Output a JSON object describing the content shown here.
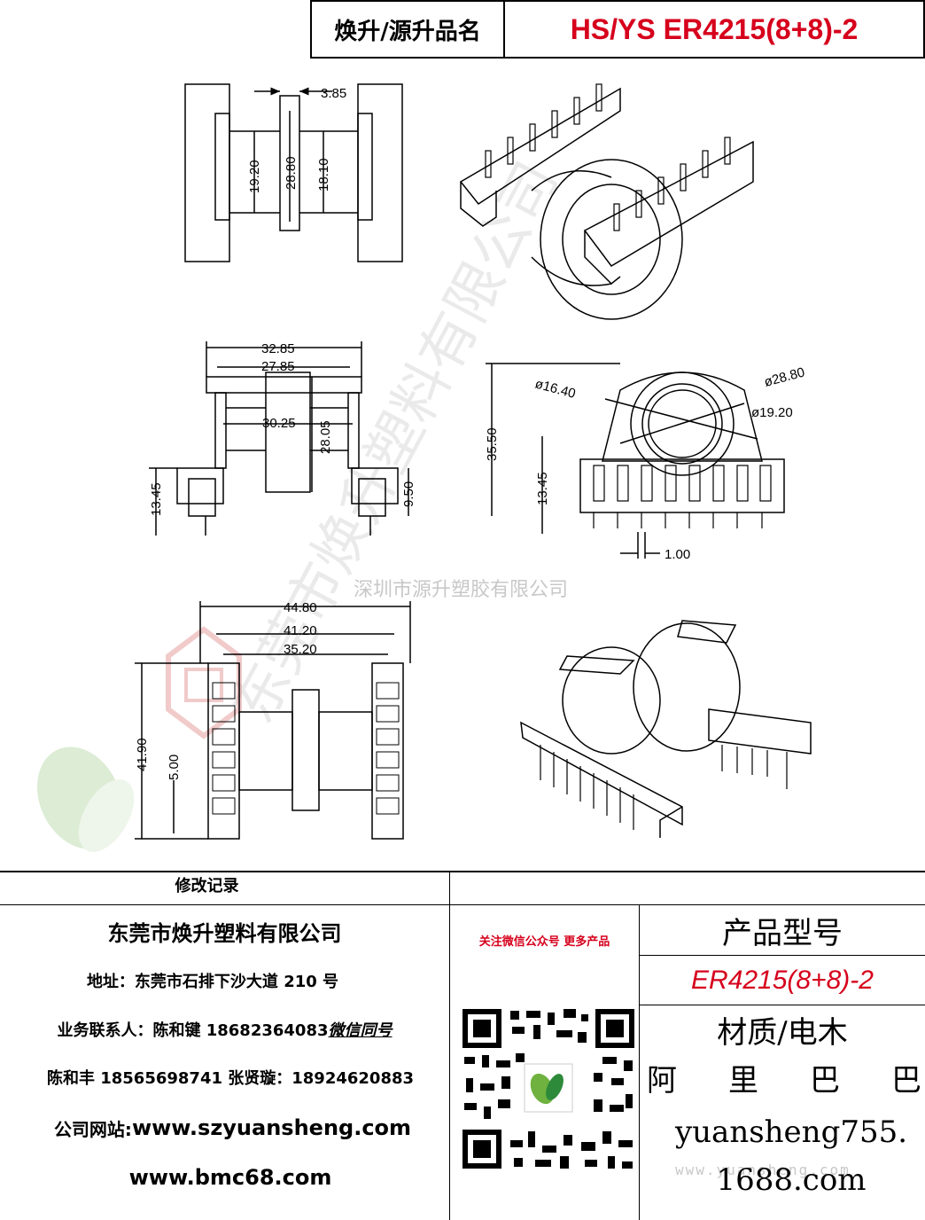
{
  "header": {
    "label": "焕升/源升品名",
    "product": "HS/YS ER4215(8+8)-2"
  },
  "drawing": {
    "top_view": {
      "d1": "3.85",
      "d2": "19.20",
      "d3": "28.80",
      "d4": "18.10"
    },
    "side_view": {
      "d1": "32.85",
      "d2": "27.85",
      "d3": "30.25",
      "d4": "28.05",
      "d5": "13.45",
      "d6": "9.50"
    },
    "front_view": {
      "d1": "ø16.40",
      "d2": "ø28.80",
      "d3": "ø19.20",
      "d4": "35.50",
      "d5": "13.45",
      "d6": "1.00"
    },
    "bottom_view": {
      "d1": "44.80",
      "d2": "41.20",
      "d3": "35.20",
      "d4": "41.90",
      "d5": "5.00"
    },
    "watermark_company": "深圳市源升塑胶有限公司",
    "watermark_diag": "东莞市焕升塑料有限公司"
  },
  "footer": {
    "revision_label": "修改记录",
    "company": "东莞市焕升塑料有限公司",
    "address": "地址：东莞市石排下沙大道 210 号",
    "contact1_prefix": "业务联系人：陈和键 18682364083 ",
    "contact1_wechat": "微信同号",
    "contact2": "陈和丰  18565698741  张贤璇：18924620883",
    "website_prefix": "公司网站: ",
    "website": "www.szyuansheng.com",
    "website2": "www.bmc68.com",
    "qr_caption": "关注微信公众号  更多产品",
    "model_title": "产品型号",
    "model_value": "ER4215(8+8)-2",
    "material": "材质/电木",
    "alibaba": [
      "阿",
      "里",
      "巴",
      "巴"
    ],
    "store_line1": "yuansheng755.",
    "store_line2": "1688.com",
    "store_watermark": "www.yuansheng.com"
  },
  "colors": {
    "accent": "#d6001c"
  }
}
